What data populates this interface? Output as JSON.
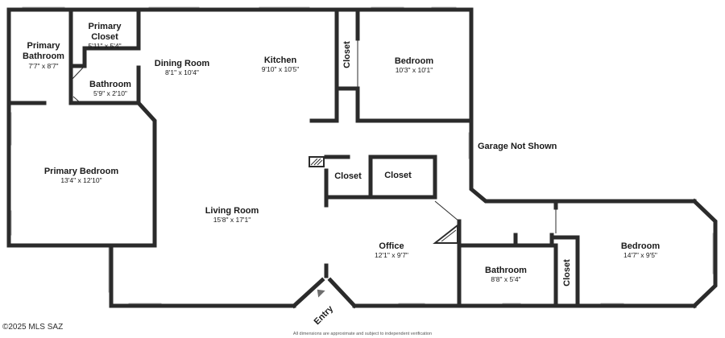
{
  "floorplan": {
    "rooms": [
      {
        "id": "primary-bathroom",
        "name_lines": [
          "Primary",
          "Bathroom"
        ],
        "dims": "7'7\" x 8'7\""
      },
      {
        "id": "primary-closet",
        "name_lines": [
          "Primary",
          "Closet"
        ],
        "dims": "5'11\" x 5'4\""
      },
      {
        "id": "bathroom-small",
        "name_lines": [
          "Bathroom"
        ],
        "dims": "5'9\" x 2'10\""
      },
      {
        "id": "dining-room",
        "name_lines": [
          "Dining Room"
        ],
        "dims": "8'1\" x 10'4\""
      },
      {
        "id": "kitchen",
        "name_lines": [
          "Kitchen"
        ],
        "dims": "9'10\" x 10'5\""
      },
      {
        "id": "bedroom-top",
        "name_lines": [
          "Bedroom"
        ],
        "dims": "10'3\" x 10'1\""
      },
      {
        "id": "primary-bedroom",
        "name_lines": [
          "Primary Bedroom"
        ],
        "dims": "13'4\" x 12'10\""
      },
      {
        "id": "living-room",
        "name_lines": [
          "Living Room"
        ],
        "dims": "15'8\" x 17'1\""
      },
      {
        "id": "office",
        "name_lines": [
          "Office"
        ],
        "dims": "12'1\" x 9'7\""
      },
      {
        "id": "bathroom-right",
        "name_lines": [
          "Bathroom"
        ],
        "dims": "8'8\" x 5'4\""
      },
      {
        "id": "bedroom-right",
        "name_lines": [
          "Bedroom"
        ],
        "dims": "14'7\" x 9'5\""
      }
    ],
    "labels": {
      "closet_vertical_top": "Closet",
      "closet_a": "Closet",
      "closet_b": "Closet",
      "closet_vertical_right": "Closet",
      "garage_note": "Garage Not Shown",
      "entry": "Entry"
    },
    "footer": {
      "copyright": "©2025 MLS SAZ",
      "disclaimer": "All dimensions are approximate and subject to independent verification"
    }
  }
}
